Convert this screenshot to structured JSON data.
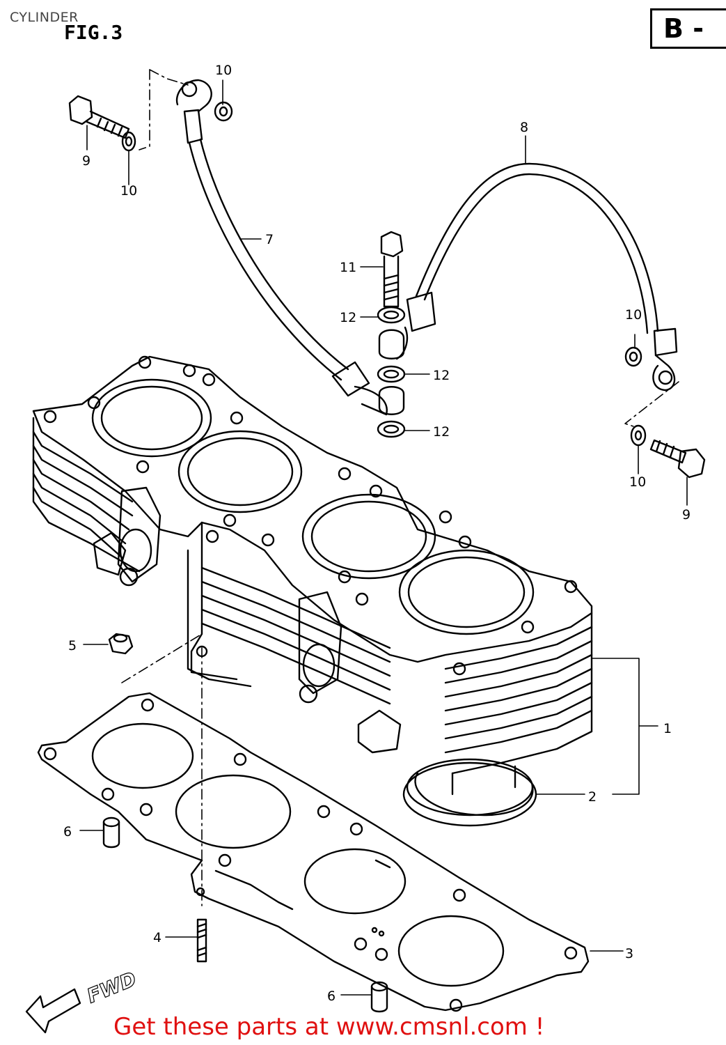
{
  "header": {
    "section": "CYLINDER",
    "figure": "FIG.3",
    "page_ref": "B -"
  },
  "labels": {
    "l1": "1",
    "l2": "2",
    "l3": "3",
    "l4": "4",
    "l5": "5",
    "l6a": "6",
    "l6b": "6",
    "l7": "7",
    "l8": "8",
    "l9a": "9",
    "l9b": "9",
    "l10a": "10",
    "l10b": "10",
    "l10c": "10",
    "l10d": "10",
    "l11": "11",
    "l12a": "12",
    "l12b": "12",
    "l12c": "12"
  },
  "direction_label": "FWD",
  "footer": {
    "text": "Get these parts at www.cmsnl.com !"
  }
}
